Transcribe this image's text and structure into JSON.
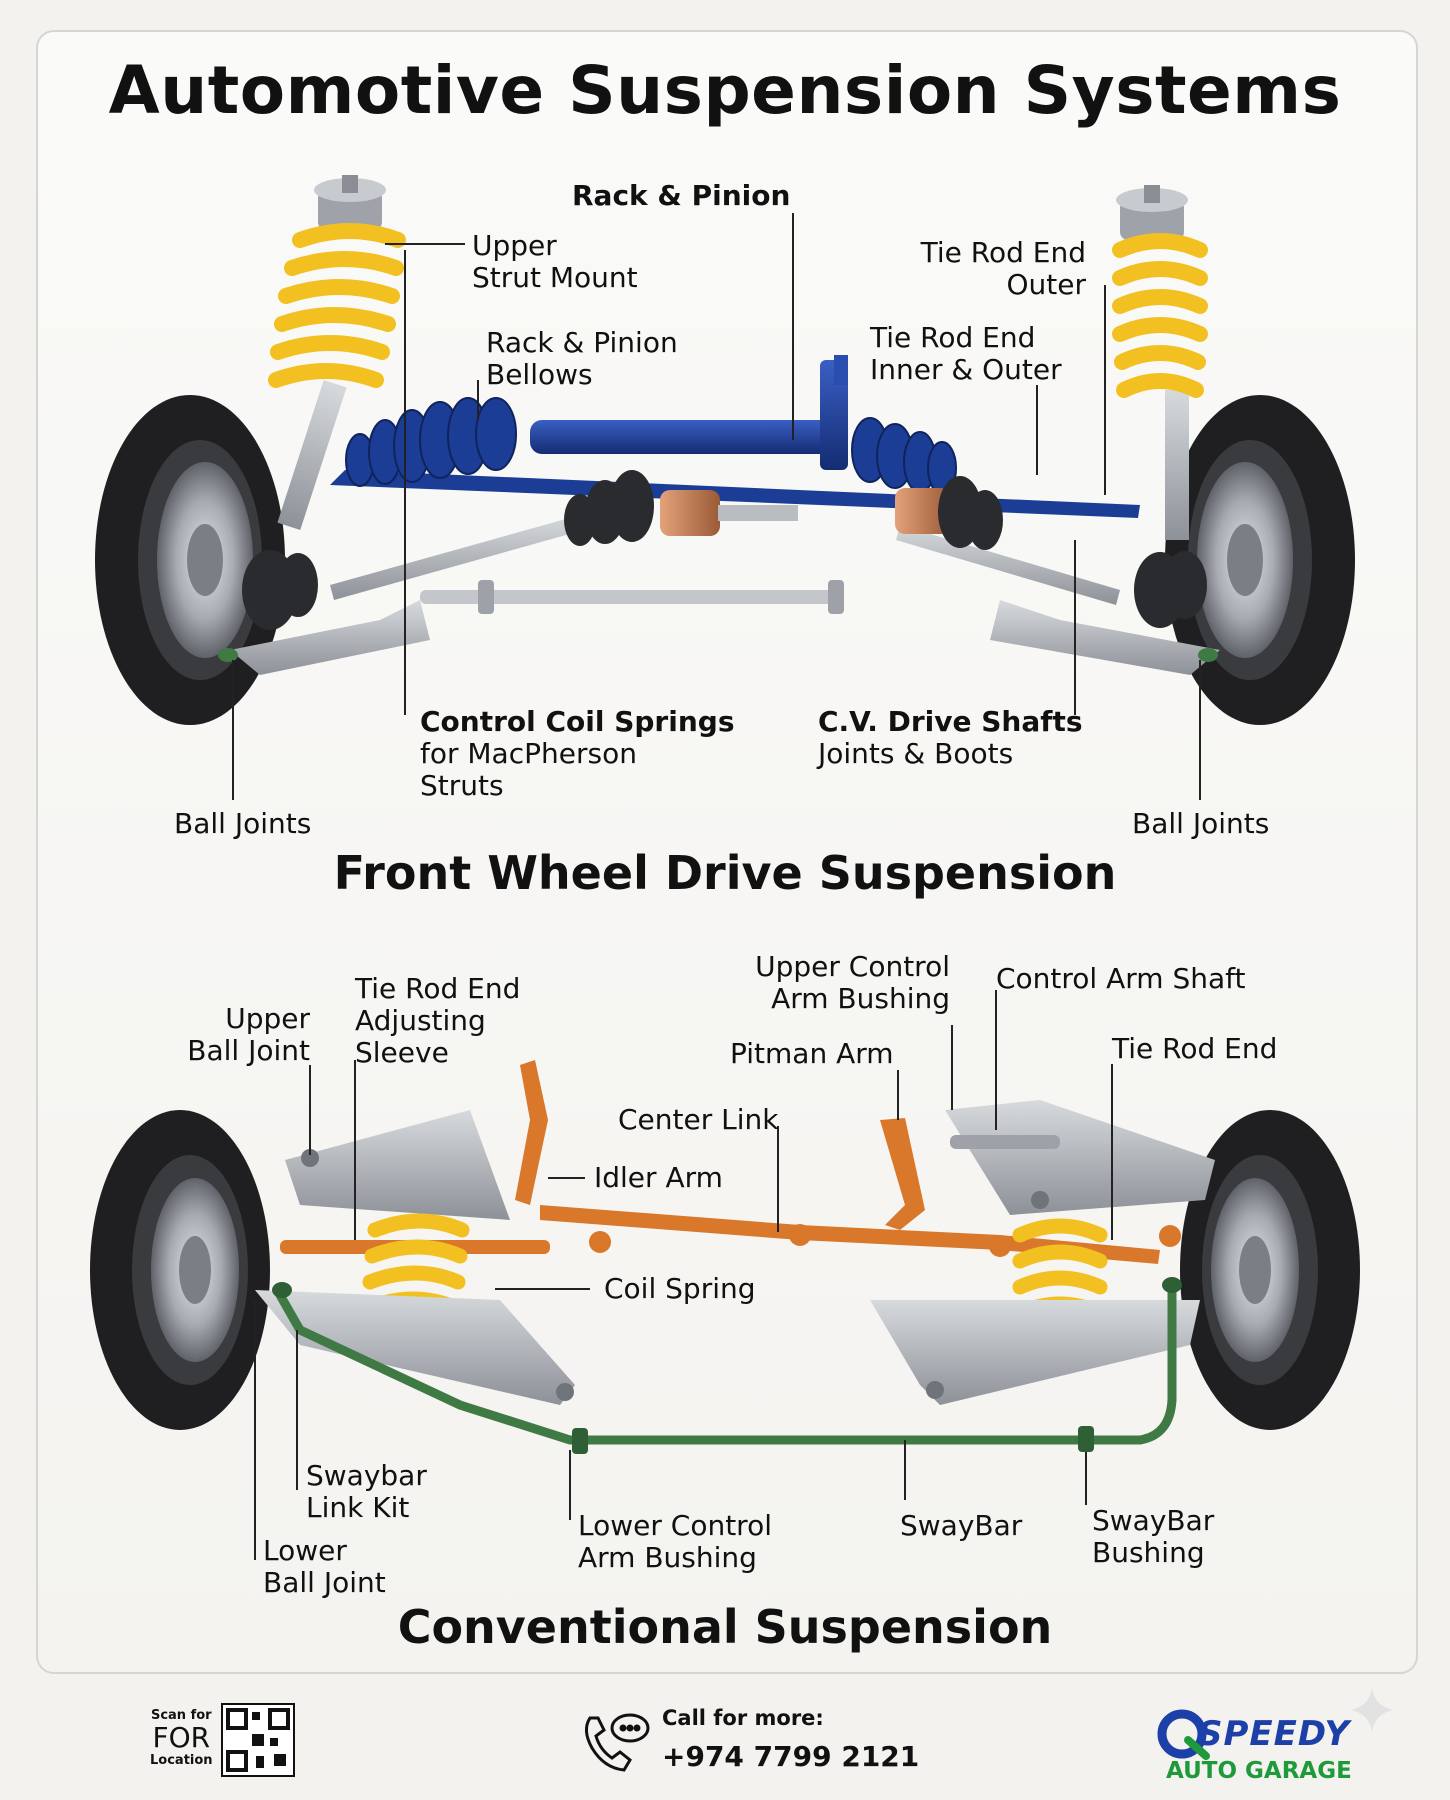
{
  "title": "Automotive Suspension Systems",
  "front_section": {
    "title": "Front Wheel Drive Suspension",
    "labels": {
      "rack_pinion": "Rack & Pinion",
      "upper_strut_mount": [
        "Upper",
        "Strut Mount"
      ],
      "rack_pinion_bellows": [
        "Rack & Pinion",
        "Bellows"
      ],
      "tie_rod_end_outer": [
        "Tie Rod End",
        "Outer"
      ],
      "tie_rod_end_inner_outer": [
        "Tie Rod End",
        "Inner & Outer"
      ],
      "control_coil_springs": [
        "Control Coil Springs",
        "for MacPherson",
        "Struts"
      ],
      "cv_drive_shafts": [
        "C.V. Drive Shafts",
        "Joints & Boots"
      ],
      "ball_joints_left": "Ball Joints",
      "ball_joints_right": "Ball Joints"
    }
  },
  "conventional_section": {
    "title": "Conventional Suspension",
    "labels": {
      "upper_ball_joint": [
        "Upper",
        "Ball Joint"
      ],
      "tie_rod_adjusting_sleeve": [
        "Tie Rod End",
        "Adjusting",
        "Sleeve"
      ],
      "upper_control_arm_bushing": [
        "Upper Control",
        "Arm Bushing"
      ],
      "control_arm_shaft": "Control Arm Shaft",
      "pitman_arm": "Pitman Arm",
      "tie_rod_end": "Tie Rod End",
      "center_link": "Center Link",
      "idler_arm": "Idler Arm",
      "coil_spring": "Coil Spring",
      "swaybar_link_kit": [
        "Swaybar",
        "Link Kit"
      ],
      "lower_ball_joint": [
        "Lower",
        "Ball Joint"
      ],
      "lower_control_arm_bushing": [
        "Lower Control",
        "Arm Bushing"
      ],
      "swaybar": "SwayBar",
      "swaybar_bushing": [
        "SwayBar",
        "Bushing"
      ]
    }
  },
  "footer": {
    "qr": {
      "scan_for": "Scan for",
      "for": "FOR",
      "location": "Location"
    },
    "call_label": "Call for more:",
    "phone": "+974 7799 2121",
    "logo": {
      "mark": "Q",
      "word": "SPEEDY",
      "sub": "AUTO GARAGE"
    }
  },
  "colors": {
    "spring_yellow": "#f2c020",
    "rack_blue": "#1c3d96",
    "steering_orange": "#d9772a",
    "swaybar_green": "#3f7a45",
    "metal_gray": "#a9adb3",
    "tire_black": "#1f1f21",
    "logo_blue": "#1d3fa8",
    "logo_green": "#1f9a3a"
  }
}
